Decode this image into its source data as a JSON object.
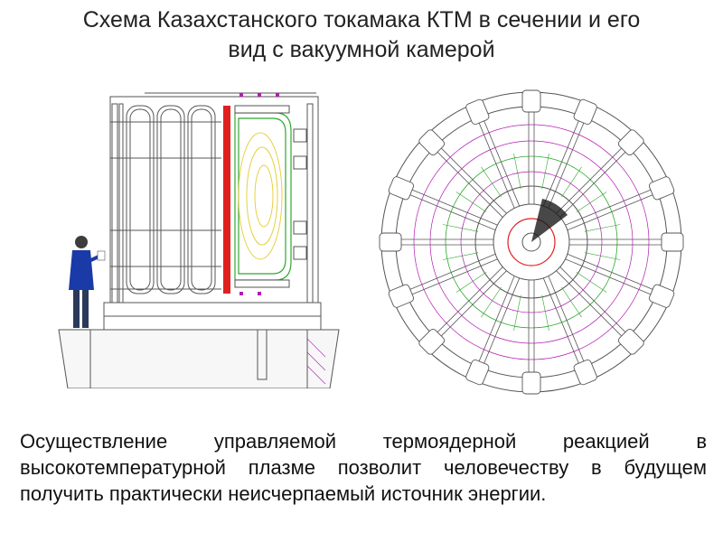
{
  "title": {
    "line1": "Схема Казахстанского  токамака КТМ в сечении и его",
    "line2": "вид с вакуумной камерой"
  },
  "figures": {
    "side_section": {
      "icon": "tokamak-cross-section-drawing",
      "person_icon": "person-figure-icon"
    },
    "top_view": {
      "icon": "tokamak-top-view-drawing",
      "port_count": 16
    }
  },
  "caption": {
    "text": "Осуществление управляемой термоядерной реакцией в высокотемпературной плазме позволит человечеству в будущем получить практически неисчерпаемый источник энергии."
  },
  "colors": {
    "line": "#555555",
    "coil": "#e0201f",
    "vessel": "#2ea82e",
    "plasma": "#e8d040",
    "accent": "#b21db2",
    "person_coat": "#1a3aa8"
  }
}
